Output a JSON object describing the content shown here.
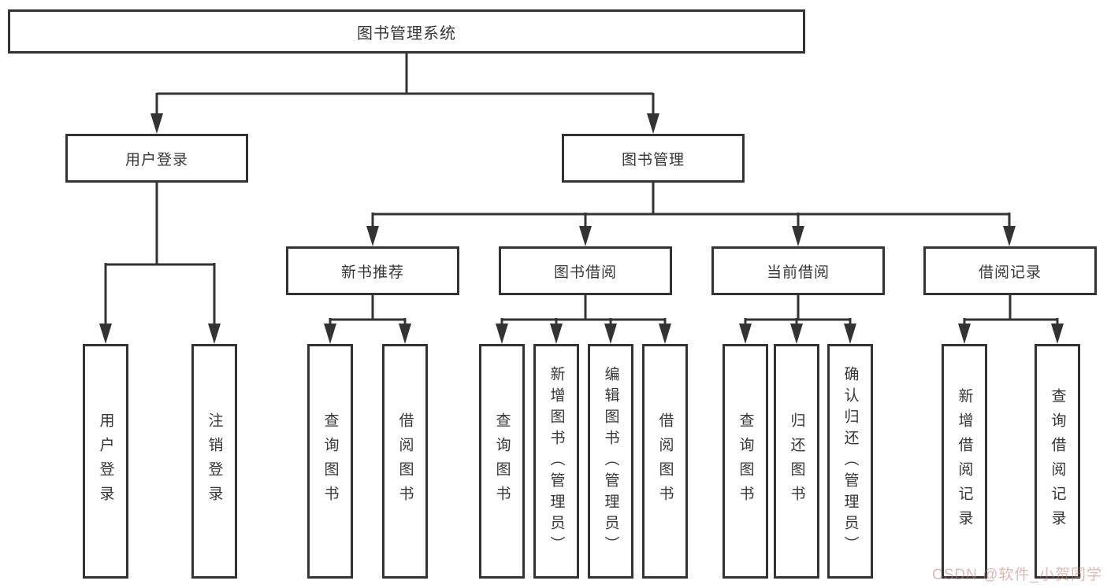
{
  "diagram": {
    "root": {
      "label": "图书管理系统"
    },
    "branches": [
      {
        "label": "用户登录",
        "children": [
          {
            "label": "用户登录"
          },
          {
            "label": "注销登录"
          }
        ]
      },
      {
        "label": "图书管理",
        "children": [
          {
            "label": "新书推荐",
            "children": [
              {
                "label": "查询图书"
              },
              {
                "label": "借阅图书"
              }
            ]
          },
          {
            "label": "图书借阅",
            "children": [
              {
                "label": "查询图书"
              },
              {
                "label": "新增图书（管理员）"
              },
              {
                "label": "编辑图书（管理员）"
              },
              {
                "label": "借阅图书"
              }
            ]
          },
          {
            "label": "当前借阅",
            "children": [
              {
                "label": "查询图书"
              },
              {
                "label": "归还图书"
              },
              {
                "label": "确认归还（管理员）"
              }
            ]
          },
          {
            "label": "借阅记录",
            "children": [
              {
                "label": "新增借阅记录"
              },
              {
                "label": "查询借阅记录"
              }
            ]
          }
        ]
      }
    ]
  },
  "watermark": {
    "text": "CSDN @软件_小贺同学"
  },
  "colors": {
    "line_color": "#333333",
    "text_color": "#363636",
    "watermark_color": "rgba(198,124,115,0.55)",
    "background": "#ffffff"
  }
}
